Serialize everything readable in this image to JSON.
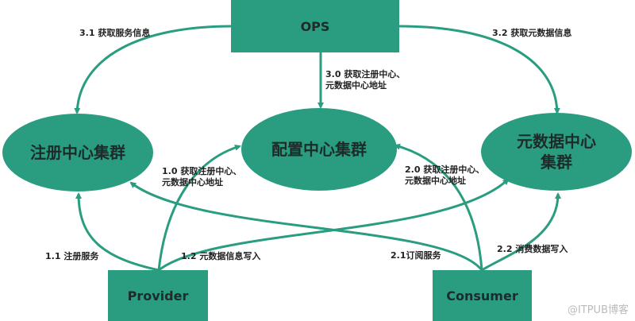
{
  "colors": {
    "node": "#2a9d80",
    "edge": "#2a9d80"
  },
  "nodes": {
    "ops": "OPS",
    "registry": "注册中心集群",
    "config": "配置中心集群",
    "metadata_line1": "元数据中心",
    "metadata_line2": "集群",
    "provider": "Provider",
    "consumer": "Consumer"
  },
  "edges": {
    "e31": "3.1 获取服务信息",
    "e32": "3.2 获取元数据信息",
    "e30_line1": "3.0 获取注册中心、",
    "e30_line2": "元数据中心地址",
    "e10_line1": "1.0 获取注册中心、",
    "e10_line2": "元数据中心地址",
    "e20_line1": "2.0 获取注册中心、",
    "e20_line2": "元数据中心地址",
    "e11": "1.1 注册服务",
    "e12": "1.2 元数据信息写入",
    "e21": "2.1订阅服务",
    "e22": "2.2 消费数据写入"
  },
  "watermark": "@ITPUB博客"
}
